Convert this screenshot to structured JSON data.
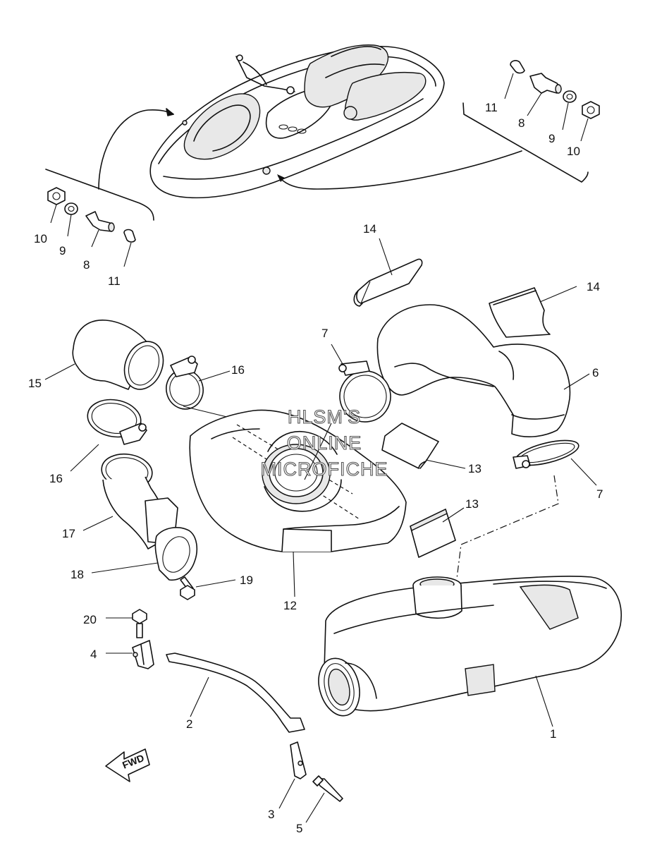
{
  "watermark": {
    "line1": "HLSM'S",
    "line2": "ONLINE",
    "line3": "MICROFICHE"
  },
  "fwd_label": "FWD",
  "callouts": {
    "c10_left": "10",
    "c9_left": "9",
    "c8_left": "8",
    "c11_left": "11",
    "c11_right": "11",
    "c8_right": "8",
    "c9_right": "9",
    "c10_right": "10",
    "c14_top": "14",
    "c14_right": "14",
    "c7_top": "7",
    "c16_top": "16",
    "c15": "15",
    "c6": "6",
    "c16_left": "16",
    "c13_top": "13",
    "c7_right": "7",
    "c17": "17",
    "c13_mid": "13",
    "c18": "18",
    "c19": "19",
    "c12": "12",
    "c20": "20",
    "c4": "4",
    "c2": "2",
    "c1": "1",
    "c3": "3",
    "c5": "5"
  }
}
